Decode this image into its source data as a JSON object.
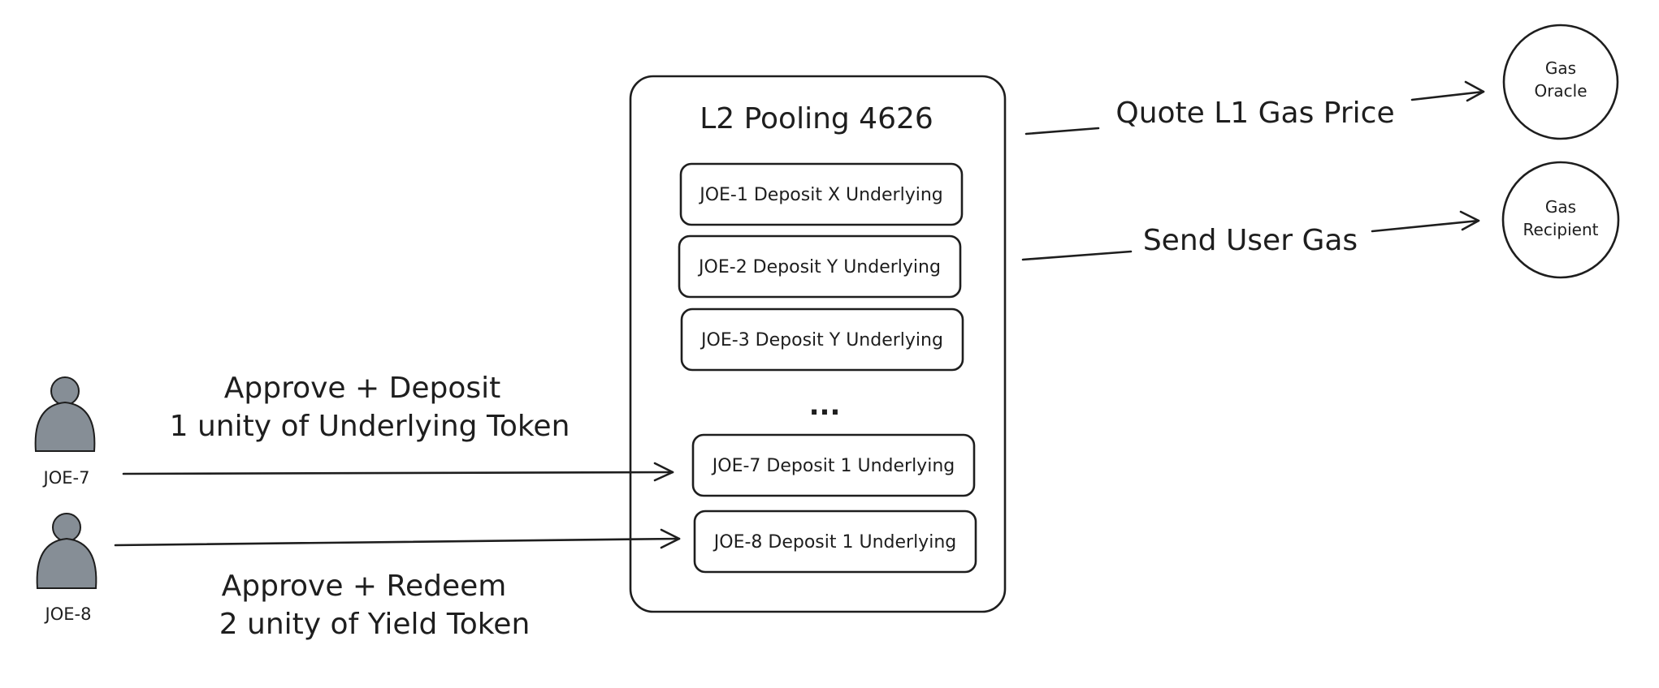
{
  "pool": {
    "title": "L2 Pooling 4626",
    "deposits": [
      "JOE-1 Deposit X Underlying",
      "JOE-2 Deposit Y Underlying",
      "JOE-3 Deposit Y Underlying",
      "JOE-7 Deposit 1 Underlying",
      "JOE-8 Deposit 1 Underlying"
    ],
    "ellipsis": "..."
  },
  "users": [
    {
      "name": "JOE-7"
    },
    {
      "name": "JOE-8"
    }
  ],
  "flows": {
    "deposit_line1": "Approve + Deposit",
    "deposit_line2": "1 unity of Underlying Token",
    "redeem_line1": "Approve + Redeem",
    "redeem_line2": "2 unity of Yield Token",
    "quote": "Quote L1 Gas Price",
    "send": "Send User Gas"
  },
  "nodes": {
    "oracle_line1": "Gas",
    "oracle_line2": "Oracle",
    "recipient_line1": "Gas",
    "recipient_line2": "Recipient"
  },
  "colors": {
    "stroke": "#1e1e1e",
    "person_fill": "#868e96",
    "background": "#ffffff"
  }
}
